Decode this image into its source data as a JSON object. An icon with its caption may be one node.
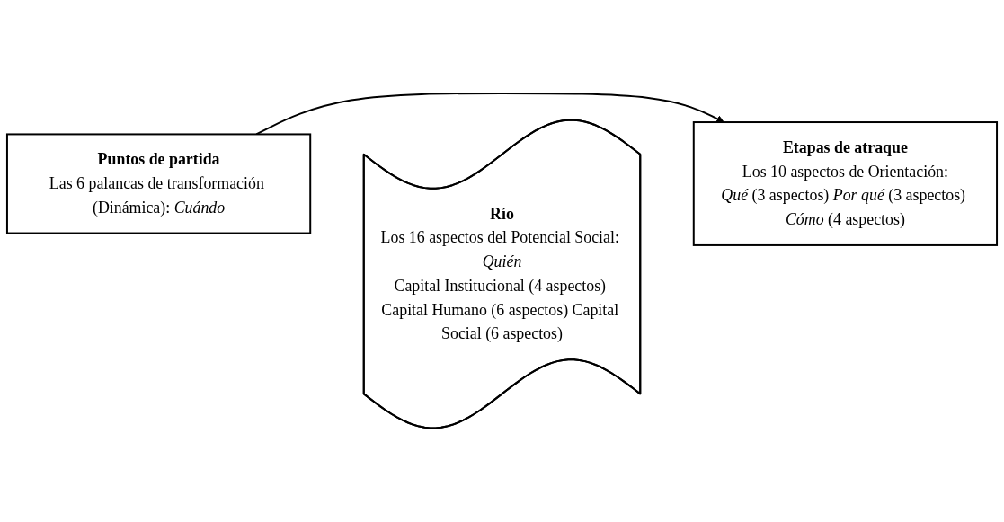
{
  "diagram": {
    "nodes": [
      {
        "text": [
          "Puntos de partida",
          "Las 6 palancas de transformación (Dinámica): *Cuándo*"
        ]
      },
      {
        "text": [
          "Río",
          "Los 16 aspectos del Potencial Social: *Quién*",
          "Capital Institucional (4 aspectos) Capital Humano (6 aspectos) Capital Social (6 aspectos)"
        ]
      },
      {
        "text": [
          "Etapas de atraque",
          "Los 10 aspectos de Orientación:",
          "*Qué* (3 aspectos) *Por qué* (3 aspectos) *Cómo* (4 aspectos)"
        ]
      }
    ],
    "edges": [
      {
        "from": 0,
        "to": 2,
        "arrow": "to"
      }
    ]
  }
}
